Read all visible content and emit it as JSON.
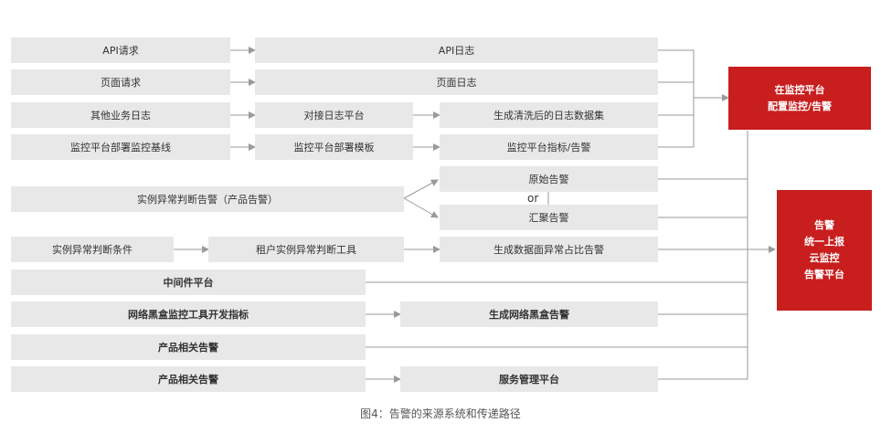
{
  "rows": {
    "r1": {
      "source": "API请求",
      "target": "API日志"
    },
    "r2": {
      "source": "页面请求",
      "target": "页面日志"
    },
    "r3": {
      "source": "其他业务日志",
      "mid": "对接日志平台",
      "target": "生成清洗后的日志数据集"
    },
    "r4": {
      "source": "监控平台部署监控基线",
      "mid": "监控平台部署模板",
      "target": "监控平台指标/告警"
    },
    "r5": {
      "source": "实例异常判断告警（产品告警）",
      "target_a": "原始告警",
      "or": "or",
      "target_b": "汇聚告警"
    },
    "r6": {
      "source": "实例异常判断条件",
      "mid": "租户实例异常判断工具",
      "target": "生成数据面异常占比告警"
    },
    "r7": {
      "source": "中间件平台"
    },
    "r8": {
      "source": "网络黑盒监控工具开发指标",
      "target": "生成网络黑盒告警"
    },
    "r9": {
      "source": "产品相关告警"
    },
    "r10": {
      "source": "产品相关告警",
      "target": "服务管理平台"
    }
  },
  "hub1": {
    "line1": "在监控平台",
    "line2": "配置监控/告警"
  },
  "hub2": {
    "line1": "告警",
    "line2": "统一上报",
    "line3": "云监控",
    "line4": "告警平台"
  },
  "caption": "图4：告警的来源系统和传递路径",
  "colors": {
    "box": "#e8e8e8",
    "hub": "#c81e1e",
    "line": "#9a9a9a"
  }
}
